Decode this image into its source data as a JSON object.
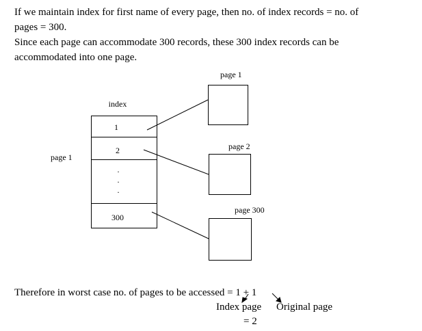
{
  "intro": {
    "line1": "If we maintain index for first name of every page, then no. of index records = no. of",
    "line2": "pages = 300.",
    "line3": "Since each page can accommodate 300 records, these 300 index records can be",
    "line4": "accommodated into one page."
  },
  "diagram": {
    "index_label": "index",
    "left_page_label": "page 1",
    "cells": [
      "1",
      "2",
      ".",
      ".",
      ".",
      "300"
    ],
    "pages": [
      {
        "label": "page 1"
      },
      {
        "label": "page 2"
      },
      {
        "label": "page 300"
      }
    ]
  },
  "conclusion": {
    "text": "Therefore in worst case no. of pages to be accessed = 1 + 1",
    "index_page": "Index page",
    "original_page": "Original page",
    "result": "= 2"
  }
}
